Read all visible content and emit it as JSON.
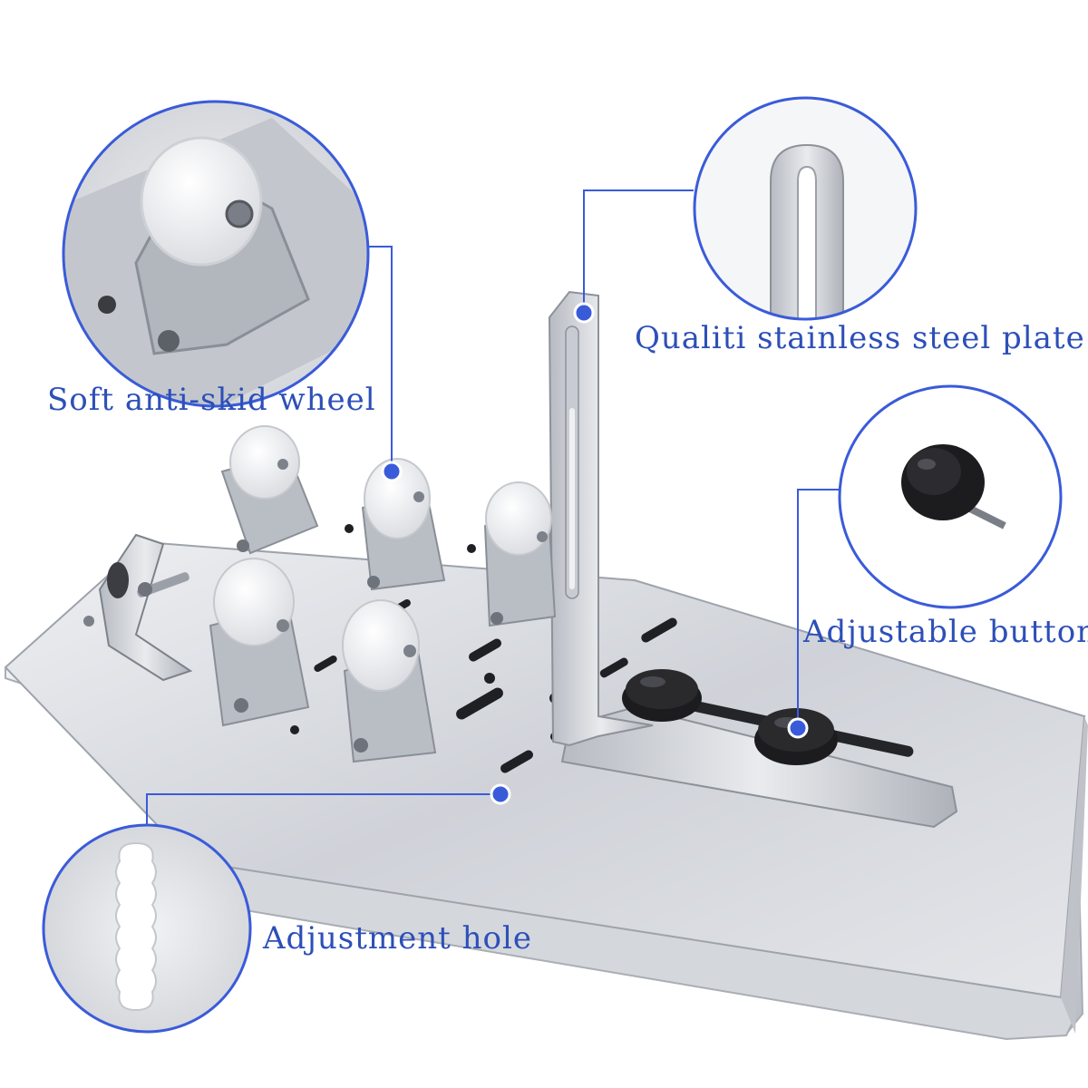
{
  "callouts": {
    "wheel": "Soft anti-skid wheel",
    "plate": "Qualiti stainless steel plate",
    "button": "Adjustable button",
    "hole": "Adjustment hole"
  },
  "colors": {
    "accent": "#3a5bd9",
    "label": "#2d4fb8",
    "steel_light": "#e6e8ec",
    "steel_mid": "#c9ccd2",
    "steel_dark": "#9aa0a8",
    "knob": "#1c1c1e",
    "wheel": "#f5f5f7"
  }
}
